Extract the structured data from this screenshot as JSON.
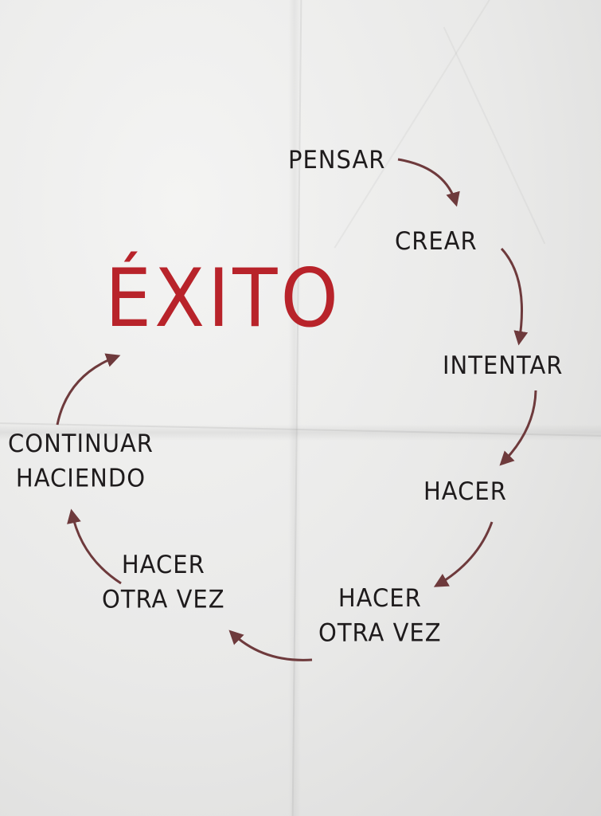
{
  "diagram": {
    "title": "ÉXITO",
    "steps": [
      {
        "lines": [
          "PENSAR"
        ]
      },
      {
        "lines": [
          "CREAR"
        ]
      },
      {
        "lines": [
          "INTENTAR"
        ]
      },
      {
        "lines": [
          "HACER"
        ]
      },
      {
        "lines": [
          "HACER",
          "OTRA VEZ"
        ]
      },
      {
        "lines": [
          "HACER",
          "OTRA VEZ"
        ]
      },
      {
        "lines": [
          "CONTINUAR",
          "HACIENDO"
        ]
      }
    ]
  },
  "colors": {
    "title": "#b8232a",
    "text": "#1e1b1c",
    "arrow": "#6e3a3c"
  }
}
